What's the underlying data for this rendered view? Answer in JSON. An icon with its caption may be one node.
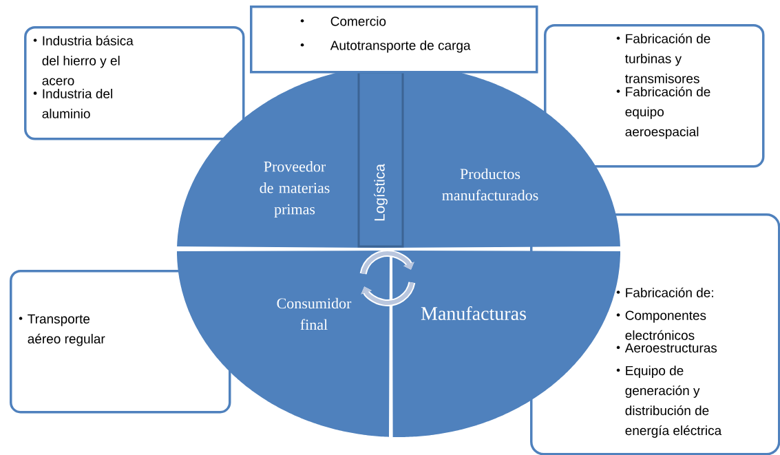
{
  "diagram": {
    "nodes": [
      {
        "text": [
          "Industria básica del hierro y el acero",
          "Industria del aluminio"
        ]
      },
      {
        "text": [
          "Comercio",
          "Autotransporte de carga"
        ]
      },
      {
        "text": [
          "Fabricación de turbinas y transmisores",
          "Fabricación de equipo aeroespacial"
        ]
      },
      {
        "text": [
          "Proveedor de materias primas"
        ]
      },
      {
        "text": [
          "Logística"
        ]
      },
      {
        "text": [
          "Productos manufacturados"
        ]
      },
      {
        "text": [
          "Consumidor final"
        ]
      },
      {
        "text": [
          "Manufacturas"
        ]
      },
      {
        "text": [
          "Transporte aéreo regular"
        ]
      },
      {
        "text": [
          "Fabricación de:",
          "Componentes electrónicos",
          "Aeroestructuras",
          "Equipo de generación y distribución de energía eléctrica"
        ]
      }
    ],
    "edges": [
      {
        "from": 6,
        "to": 7,
        "arrow": "to"
      },
      {
        "from": 7,
        "to": 6,
        "arrow": "to"
      }
    ]
  }
}
